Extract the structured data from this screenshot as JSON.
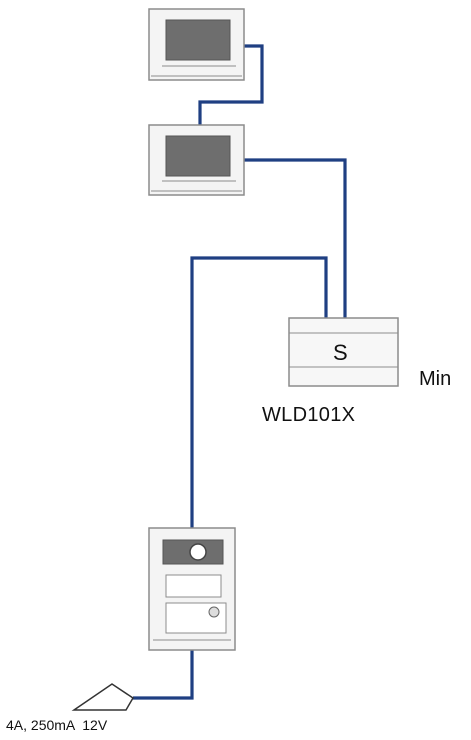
{
  "colors": {
    "wire": "#1f3f82",
    "device_outline": "#8c8c8c",
    "device_fill": "#f4f4f4",
    "screen": "#6e6e6e",
    "text": "#111111"
  },
  "devices": {
    "monitor_top": {
      "icon": "monitor-icon"
    },
    "monitor_bottom": {
      "icon": "monitor-icon"
    },
    "module": {
      "icon": "din-rail-module-icon",
      "letter": "S",
      "model": "WLD101X",
      "note": "Min"
    },
    "door_station": {
      "icon": "door-station-icon"
    },
    "power_supply": {
      "icon": "power-supply-icon",
      "label": "4A, 250mA  12V"
    }
  }
}
